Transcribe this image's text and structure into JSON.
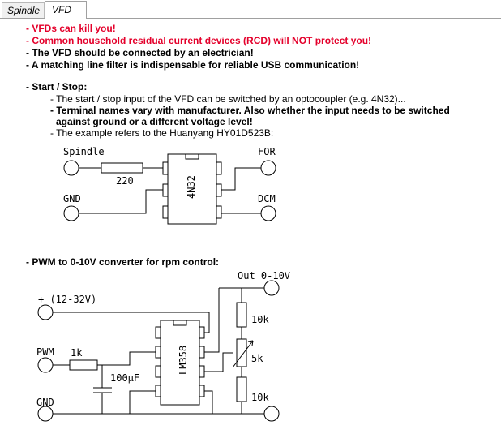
{
  "tabs": [
    {
      "label": "Spindle",
      "active": false
    },
    {
      "label": "VFD",
      "active": true
    }
  ],
  "warnings": [
    "- VFDs can kill you!",
    "- Common household residual current devices (RCD) will NOT protect you!",
    "- The VFD should be connected by an electrician!",
    "- A matching line filter is indispensable for reliable USB communication!"
  ],
  "start_stop": {
    "heading": "- Start / Stop:",
    "line1": "- The start / stop input of the VFD can be switched by an optocoupler (e.g. 4N32)...",
    "line2a": "- Terminal names vary with manufacturer. Also whether the input needs to be switched",
    "line2b": "against ground  or a different voltage level!",
    "line3": "- The example refers to the Huanyang HY01D523B:"
  },
  "diagram1": {
    "spindle": "Spindle",
    "gnd": "GND",
    "resistor": "220",
    "chip": "4N32",
    "for": "FOR",
    "dcm": "DCM"
  },
  "pwm": {
    "heading": "- PWM to 0-10V converter for rpm control:"
  },
  "diagram2": {
    "out": "Out 0-10V",
    "supply": "+ (12-32V)",
    "pwm": "PWM",
    "r1": "1k",
    "gnd": "GND",
    "cap": "100µF",
    "chip": "LM358",
    "r10k_top": "10k",
    "pot": "5k",
    "r10k_bot": "10k"
  },
  "colors": {
    "warning_red": "#e4002b",
    "tab_border": "#a0a0a0"
  }
}
